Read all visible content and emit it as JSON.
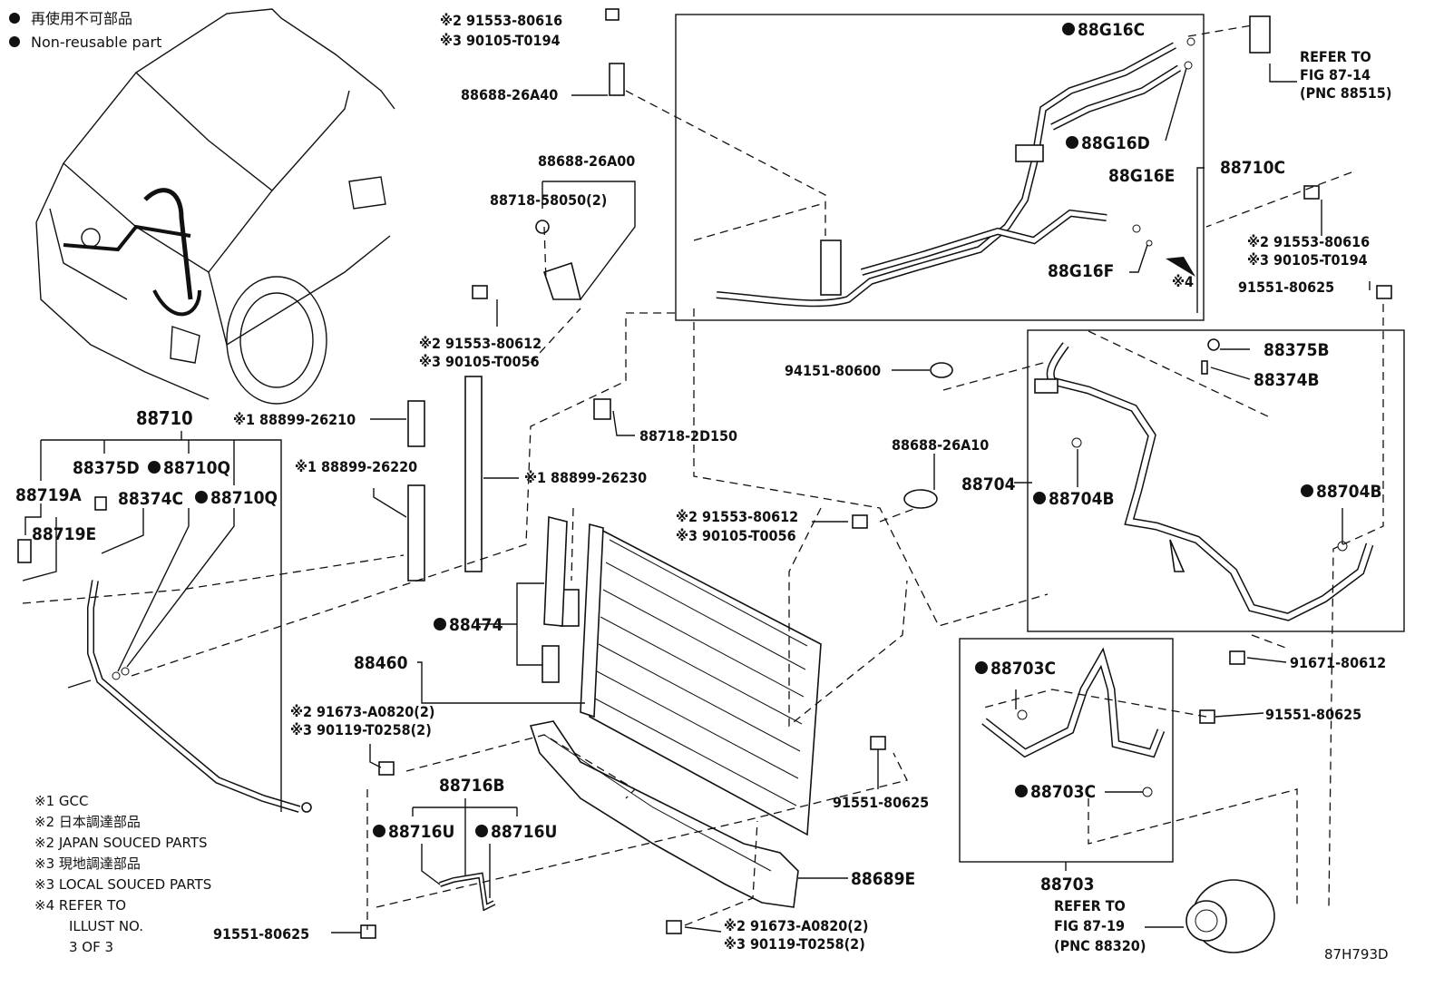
{
  "legend": {
    "jp": "再使用不可部品",
    "en": "Non-reusable part"
  },
  "footnotes": [
    "※1 GCC",
    "※2 日本調達部品",
    "※2 JAPAN SOUCED PARTS",
    "※3 現地調達部品",
    "※3 LOCAL SOUCED PARTS",
    "※4  REFER TO",
    "ILLUST NO.",
    "3 OF 3"
  ],
  "illustration_id": "87H793D",
  "refs": {
    "top_right": [
      "REFER TO",
      "FIG 87-14",
      "(PNC 88515)"
    ],
    "bottom_right": [
      "REFER TO",
      "FIG 87-19",
      "(PNC 88320)"
    ]
  },
  "labels": {
    "b1": "※2 91553-80616",
    "b1b": "※3 90105-T0194",
    "p88688_26a40": "88688-26A40",
    "p88688_26a00": "88688-26A00",
    "p88718_58050": "88718-58050(2)",
    "b2": "※2 91553-80612",
    "b2b": "※3 90105-T0056",
    "p88899_26210": "※1 88899-26210",
    "p88899_26220": "※1 88899-26220",
    "p88899_26230": "※1 88899-26230",
    "p88718_2d150": "88718-2D150",
    "p88710": "88710",
    "p88375d": "88375D",
    "p88710q1": "88710Q",
    "p88710q2": "88710Q",
    "p88719a": "88719A",
    "p88374c": "88374C",
    "p88719e": "88719E",
    "p88g16c": "88G16C",
    "p88g16d": "88G16D",
    "p88g16e": "88G16E",
    "p88g16f": "88G16F",
    "p88710c": "88710C",
    "ref4": "※4",
    "b3": "※2 91553-80616",
    "b3b": "※3 90105-T0194",
    "p91551_a": "91551-80625",
    "p94151": "94151-80600",
    "p88375b": "88375B",
    "p88374b": "88374B",
    "p88688_26a10": "88688-26A10",
    "p88704": "88704",
    "p88704b1": "88704B",
    "p88704b2": "88704B",
    "b4": "※2 91553-80612",
    "b4b": "※3 90105-T0056",
    "p88474": "88474",
    "p88460": "88460",
    "b5": "※2 91673-A0820(2)",
    "b5b": "※3 90119-T0258(2)",
    "p88716b": "88716B",
    "p88716u1": "88716U",
    "p88716u2": "88716U",
    "p91551_b": "91551-80625",
    "p91551_c": "91551-80625",
    "p88689e": "88689E",
    "b6": "※2 91673-A0820(2)",
    "b6b": "※3 90119-T0258(2)",
    "p88703c1": "88703C",
    "p88703c2": "88703C",
    "p88703": "88703",
    "p91671": "91671-80612",
    "p91551_d": "91551-80625"
  }
}
